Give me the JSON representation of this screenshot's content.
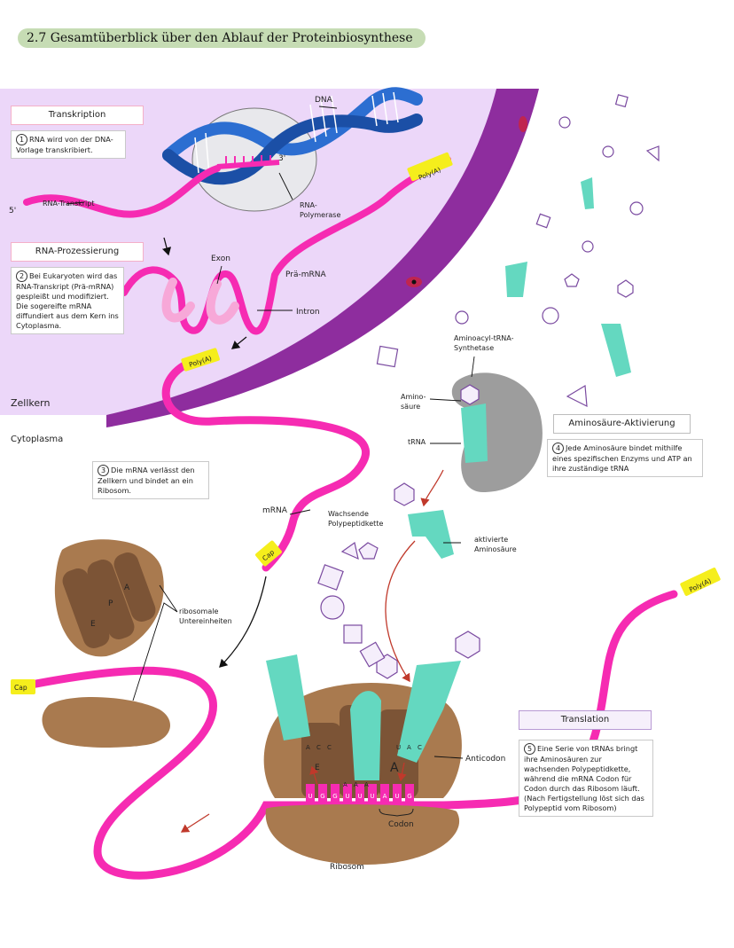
{
  "title": "2.7  Gesamtüberblick über den Ablauf der Proteinbiosynthese",
  "regions": {
    "nucleus": "Zellkern",
    "cytoplasm": "Cytoplasma"
  },
  "sections": {
    "transcription": {
      "heading": "Transkription",
      "number": "1",
      "text": "RNA wird von der DNA-Vorlage transkribiert."
    },
    "processing": {
      "heading": "RNA-Prozessierung",
      "number": "2",
      "text": "Bei Eukaryoten wird das RNA-Transkript (Prä-mRNA) gespleißt und modifiziert. Die sogereifte mRNA diffundiert aus dem Kern ins Cytoplasma."
    },
    "export": {
      "number": "3",
      "text": "Die mRNA verlässt den Zellkern und bindet an ein Ribosom."
    },
    "activation": {
      "heading": "Aminosäure-Aktivierung",
      "number": "4",
      "text": "Jede Aminosäure bindet mithilfe eines spezifischen Enzyms und ATP an ihre zuständige tRNA"
    },
    "translation": {
      "heading": "Translation",
      "number": "5",
      "text": "Eine Serie von tRNAs bringt ihre Aminosäuren zur wachsenden Polypeptidkette, während die mRNA Codon für Codon durch das Ribosom läuft. (Nach Fertigstellung löst sich das Polypeptid vom Ribosom)"
    }
  },
  "labels": {
    "dna": "DNA",
    "three_prime": "3'",
    "five_prime": "5'",
    "rna_transcript": "RNA-Transkript",
    "rna_polymerase": "RNA-Polymerase",
    "exon": "Exon",
    "intron": "Intron",
    "pre_mrna": "Prä-mRNA",
    "poly_a": "Poly(A)",
    "cap": "Cap",
    "mrna": "mRNA",
    "synthetase": "Aminoacyl-tRNA-Synthetase",
    "amino_acid": "Amino-säure",
    "trna": "tRNA",
    "activated_aa": "aktivierte Aminosäure",
    "growing_chain": "Wachsende Polypeptidkette",
    "ribosomal_subunits": "ribosomale Untereinheiten",
    "anticodon": "Anticodon",
    "codon": "Codon",
    "ribosome": "Ribosom",
    "site_e": "E",
    "site_p": "P",
    "site_a": "A"
  },
  "mrna_bases": [
    "U",
    "G",
    "G",
    "U",
    "U",
    "U",
    "A",
    "U",
    "G"
  ],
  "anticodon_left": [
    "A",
    "C",
    "C"
  ],
  "anticodon_mid": [
    "A",
    "A",
    "A"
  ],
  "anticodon_right": [
    "U",
    "A",
    "C"
  ],
  "colors": {
    "mrna": "#f62bb2",
    "trna": "#64d8c0",
    "nucleus": "#ecd7f9",
    "membrane": "#8e2d9e",
    "ribosome": "#a97a4f",
    "synthetase": "#9d9d9d",
    "cap": "#f5ee1c",
    "title_bg": "#c6dcb4"
  }
}
